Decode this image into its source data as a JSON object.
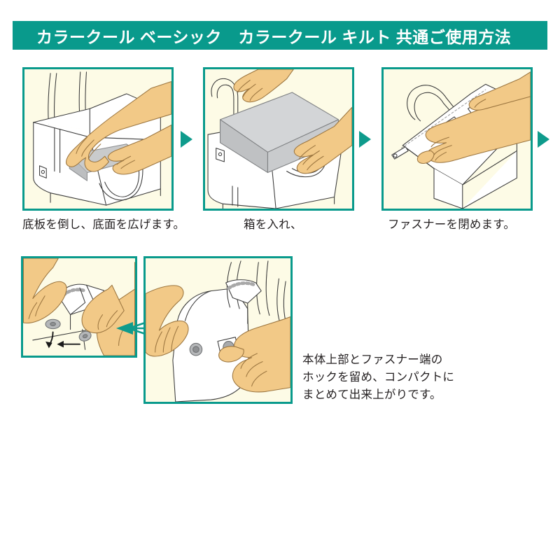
{
  "header": {
    "title": "カラークール ベーシック　カラークール キルト 共通ご使用方法",
    "bar_color": "#099a8c",
    "text_color": "#ffffff"
  },
  "theme": {
    "accent": "#099a8c",
    "arrow": "#0e9b8c",
    "panel_bg": "#fdfbe6",
    "page_bg": "#ffffff",
    "skin": "#f2c987",
    "skin_light": "#f7dcae",
    "bag_white": "#ffffff",
    "board_gray": "#c9cbcc",
    "box_gray": "#c6c8ca",
    "line": "#3b3b3b",
    "text": "#231f20"
  },
  "steps": [
    {
      "id": "step-1",
      "panel_name": "illustration-insert-base-board",
      "caption": "底板を倒し、底面を広げます。",
      "description": "両手でトートバッグの底板を倒し底面を広げる図"
    },
    {
      "id": "step-2",
      "panel_name": "illustration-insert-box",
      "caption": "箱を入れ、",
      "description": "両手で灰色の箱をバッグに入れる図"
    },
    {
      "id": "step-3",
      "panel_name": "illustration-close-zipper",
      "caption": "ファスナーを閉めます。",
      "description": "手でファスナーを閉める図"
    }
  ],
  "detail": {
    "zoom_panel_name": "illustration-snap-closeup",
    "zoom_description": "ホック部分の拡大図（矢印でホックを留める向きを示す）",
    "main_panel_name": "illustration-snap-fasten",
    "main_description": "本体上部とファスナー端のホックを留める図",
    "callout_name": "zoom-callout-arrow",
    "caption_lines": [
      "本体上部とファスナー端の",
      "ホックを留め、コンパクトに",
      "まとめて出来上がりです。"
    ]
  },
  "arrows": [
    {
      "name": "step-arrow-1-to-2",
      "direction": "right"
    },
    {
      "name": "step-arrow-2-to-3",
      "direction": "right"
    },
    {
      "name": "step-arrow-3-to-4",
      "direction": "right"
    }
  ]
}
